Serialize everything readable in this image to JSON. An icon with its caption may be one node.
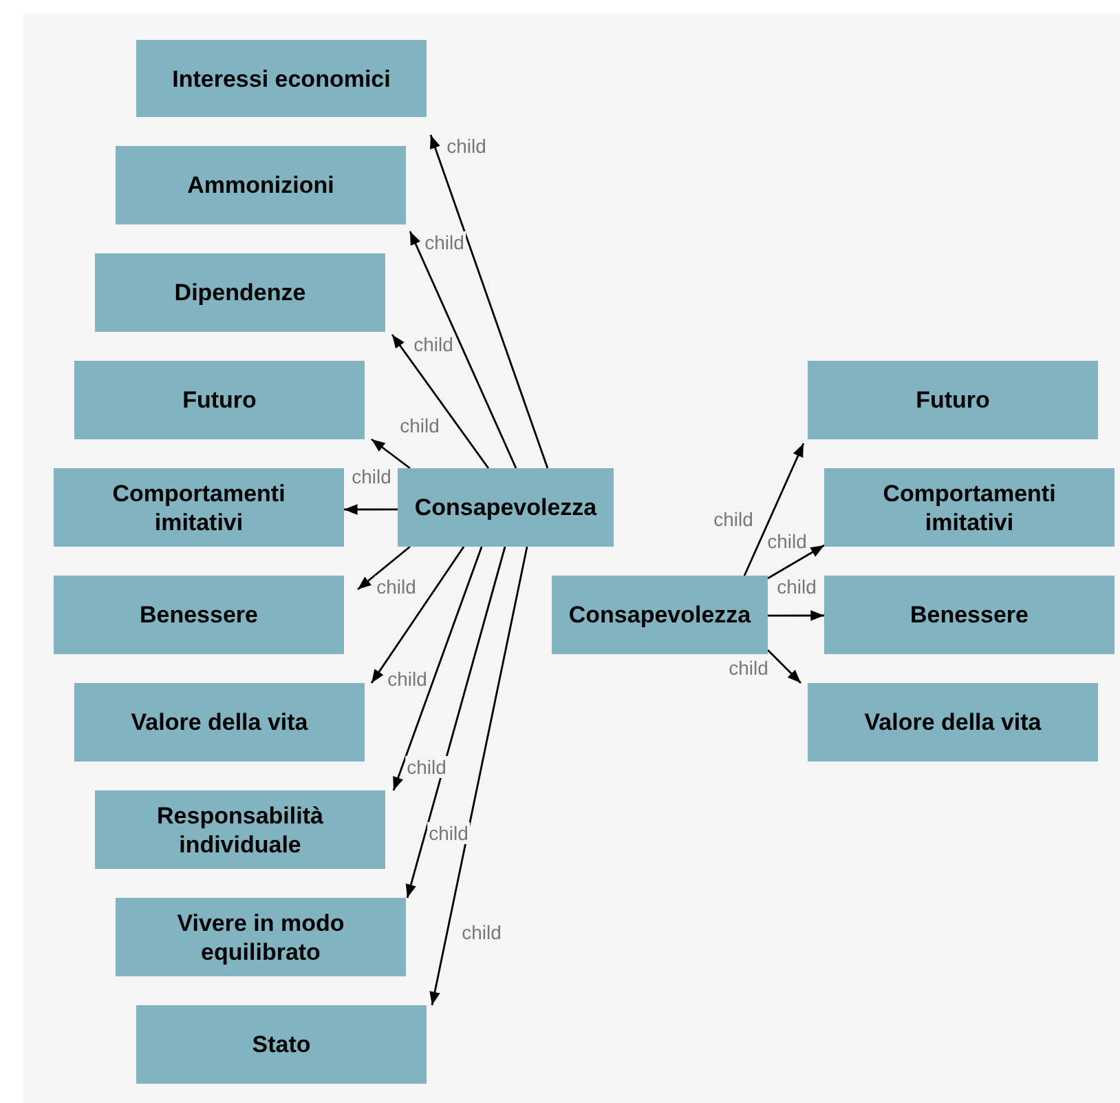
{
  "diagram": {
    "nodes": [
      {
        "text": [
          "Consapevolezza"
        ]
      },
      {
        "text": [
          "Interessi economici"
        ]
      },
      {
        "text": [
          "Ammonizioni"
        ]
      },
      {
        "text": [
          "Dipendenze"
        ]
      },
      {
        "text": [
          "Futuro"
        ]
      },
      {
        "text": [
          "Comportamenti imitativi"
        ]
      },
      {
        "text": [
          "Benessere"
        ]
      },
      {
        "text": [
          "Valore della vita"
        ]
      },
      {
        "text": [
          "Responsabilità individuale"
        ]
      },
      {
        "text": [
          "Vivere in modo equilibrato"
        ]
      },
      {
        "text": [
          "Stato"
        ]
      },
      {
        "text": [
          "Consapevolezza"
        ]
      },
      {
        "text": [
          "Futuro"
        ]
      },
      {
        "text": [
          "Comportamenti imitativi"
        ]
      },
      {
        "text": [
          "Benessere"
        ]
      },
      {
        "text": [
          "Valore della vita"
        ]
      }
    ],
    "edges": [
      {
        "from": 0,
        "to": 1,
        "arrow": "to",
        "label": "child"
      },
      {
        "from": 0,
        "to": 2,
        "arrow": "to",
        "label": "child"
      },
      {
        "from": 0,
        "to": 3,
        "arrow": "to",
        "label": "child"
      },
      {
        "from": 0,
        "to": 4,
        "arrow": "to",
        "label": "child"
      },
      {
        "from": 0,
        "to": 5,
        "arrow": "to",
        "label": "child"
      },
      {
        "from": 0,
        "to": 6,
        "arrow": "to",
        "label": "child"
      },
      {
        "from": 0,
        "to": 7,
        "arrow": "to",
        "label": "child"
      },
      {
        "from": 0,
        "to": 8,
        "arrow": "to",
        "label": "child"
      },
      {
        "from": 0,
        "to": 9,
        "arrow": "to",
        "label": "child"
      },
      {
        "from": 0,
        "to": 10,
        "arrow": "to",
        "label": "child"
      },
      {
        "from": 11,
        "to": 12,
        "arrow": "to",
        "label": "child"
      },
      {
        "from": 11,
        "to": 13,
        "arrow": "to",
        "label": "child"
      },
      {
        "from": 11,
        "to": 14,
        "arrow": "to",
        "label": "child"
      },
      {
        "from": 11,
        "to": 15,
        "arrow": "to",
        "label": "child"
      }
    ]
  }
}
